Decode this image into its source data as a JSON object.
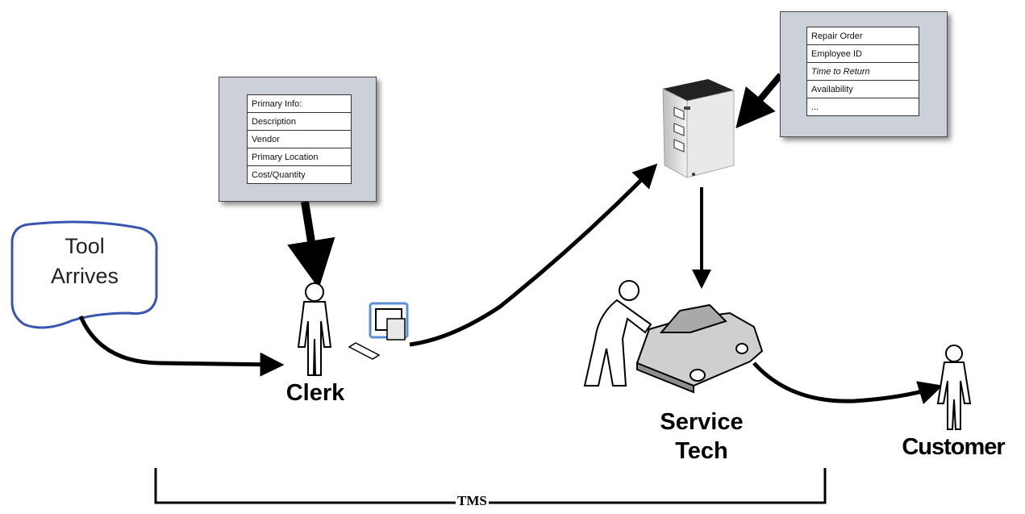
{
  "start": {
    "text_line1": "Tool",
    "text_line2": "Arrives"
  },
  "clerk_form": {
    "rows": [
      "Primary Info:",
      "Description",
      "Vendor",
      "Primary Location",
      "Cost/Quantity"
    ]
  },
  "repair_form": {
    "rows": [
      "Repair Order",
      "Employee ID",
      "Time to Return",
      "Availability",
      "..."
    ]
  },
  "actors": {
    "clerk": "Clerk",
    "service_tech_line1": "Service",
    "service_tech_line2": "Tech",
    "customer": "Customer"
  },
  "system": {
    "label": "TMS"
  },
  "colors": {
    "tool_border": "#3a55b0",
    "form_bg": "#ccd1d9",
    "arrow": "#000000",
    "monitor": "#5b8ed6"
  }
}
